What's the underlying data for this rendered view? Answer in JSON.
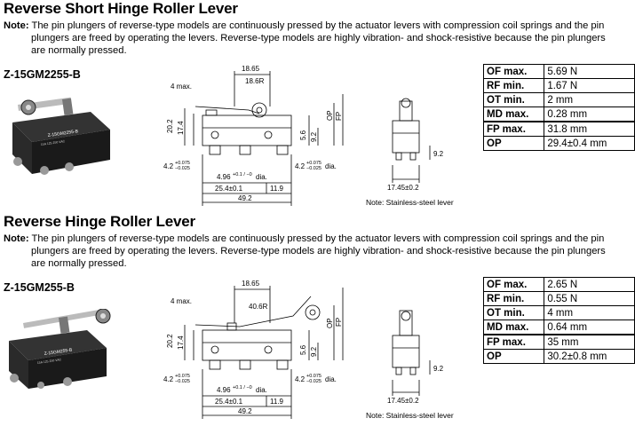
{
  "sections": [
    {
      "title": "Reverse Short Hinge Roller Lever",
      "note_label": "Note:",
      "note_line1": "The pin plungers of reverse-type models are continuously pressed by the actuator levers with compression coil springs and the pin",
      "note_line2": "plungers are freed by operating the levers. Reverse-type models are highly vibration- and shock-resistive because the pin plungers",
      "note_line3": "are normally pressed.",
      "model": "Z-15GM2255-B",
      "footnote": "Note: Stainless-steel lever",
      "dims": {
        "top_width": "18.65",
        "radius": "18.6R",
        "lever_max": "4 max.",
        "h1": "20.2",
        "h2": "17.4",
        "h3": "5.6",
        "h4": "9.2",
        "op": "OP",
        "fp": "FP",
        "hole_left": "4.2",
        "hole_left_tol_plus": "+0.075",
        "hole_left_tol_minus": "−0.025",
        "hole_dia": "4.96",
        "hole_dia_tol": "+0.1 / −0",
        "hole_dia_suffix": "dia.",
        "pitch": "25.4±0.1",
        "right_off": "11.9",
        "hole_right": "4.2",
        "hole_right_tol_plus": "+0.075",
        "hole_right_tol_minus": "−0.025",
        "hole_right_suffix": "dia.",
        "total": "49.2",
        "side_h": "9.2",
        "side_w": "17.45±0.2"
      },
      "spec": [
        {
          "k": "OF max.",
          "v": "5.69 N"
        },
        {
          "k": "RF min.",
          "v": "1.67 N"
        },
        {
          "k": "OT min.",
          "v": "2 mm"
        },
        {
          "k": "MD max.",
          "v": "0.28 mm"
        },
        {
          "k": "FP max.",
          "v": "31.8 mm"
        },
        {
          "k": "OP",
          "v": "29.4±0.4 mm"
        }
      ]
    },
    {
      "title": "Reverse Hinge Roller Lever",
      "note_label": "Note:",
      "note_line1": "The pin plungers of reverse-type models are continuously pressed by the actuator levers with compression coil springs and the pin",
      "note_line2": "plungers are freed by operating the levers. Reverse-type models are highly vibration- and shock-resistive because the pin plungers",
      "note_line3": "are normally pressed.",
      "model": "Z-15GM255-B",
      "footnote": "Note: Stainless-steel lever",
      "dims": {
        "top_width": "18.65",
        "radius": "40.6R",
        "lever_max": "4 max.",
        "h1": "20.2",
        "h2": "17.4",
        "h3": "5.6",
        "h4": "9.2",
        "op": "OP",
        "fp": "FP",
        "hole_left": "4.2",
        "hole_left_tol_plus": "+0.075",
        "hole_left_tol_minus": "−0.025",
        "hole_dia": "4.96",
        "hole_dia_tol": "+0.1 / −0",
        "hole_dia_suffix": "dia.",
        "pitch": "25.4±0.1",
        "right_off": "11.9",
        "hole_right": "4.2",
        "hole_right_tol_plus": "+0.075",
        "hole_right_tol_minus": "−0.025",
        "hole_right_suffix": "dia.",
        "total": "49.2",
        "side_h": "9.2",
        "side_w": "17.45±0.2"
      },
      "spec": [
        {
          "k": "OF max.",
          "v": "2.65 N"
        },
        {
          "k": "RF min.",
          "v": "0.55 N"
        },
        {
          "k": "OT min.",
          "v": "4 mm"
        },
        {
          "k": "MD max.",
          "v": "0.64 mm"
        },
        {
          "k": "FP max.",
          "v": "35 mm"
        },
        {
          "k": "OP",
          "v": "30.2±0.8 mm"
        }
      ]
    }
  ]
}
